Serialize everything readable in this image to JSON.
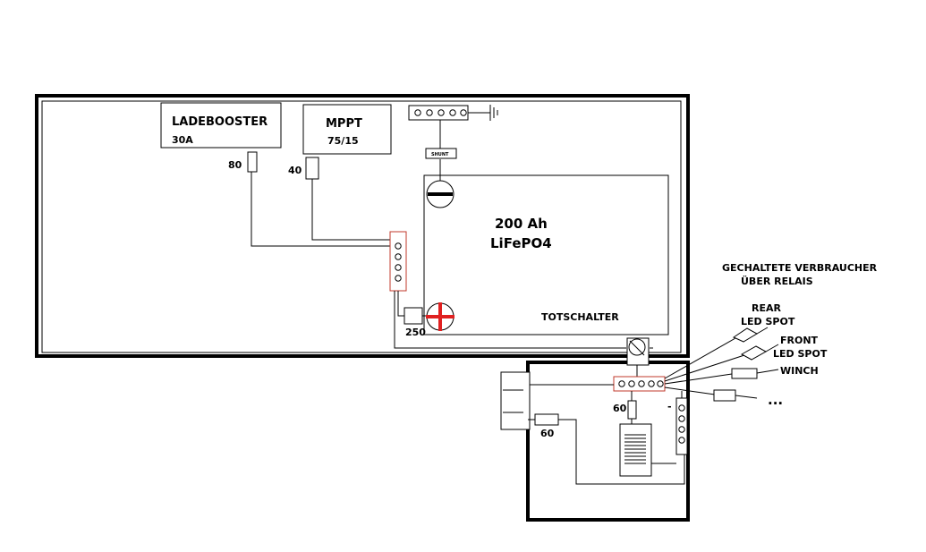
{
  "labels": {
    "ladebooster": "LADEBOOSTER",
    "ladebooster_amps": "30A",
    "mppt": "MPPT",
    "mppt_rating": "75/15",
    "shunt": "SHUNT",
    "battery_capacity": "200 Ah",
    "battery_type": "LiFePO4",
    "fuse_80": "80",
    "fuse_40": "40",
    "fuse_250": "250",
    "totschalter": "TOTSCHALTER",
    "consumers_line1": "GECHALTETE VERBRAUCHER",
    "consumers_line2": "ÜBER RELAIS",
    "rear_line1": "REAR",
    "rear_line2": "LED SPOT",
    "front_line1": "FRONT",
    "front_line2": "LED SPOT",
    "winch": "WINCH",
    "more": "...",
    "fuse_60_right": "60",
    "fuse_60_left": "60",
    "minus": "-"
  },
  "colors": {
    "line": "#000000",
    "busbar_border": "#c0392b",
    "plus_cross": "#e02020"
  }
}
